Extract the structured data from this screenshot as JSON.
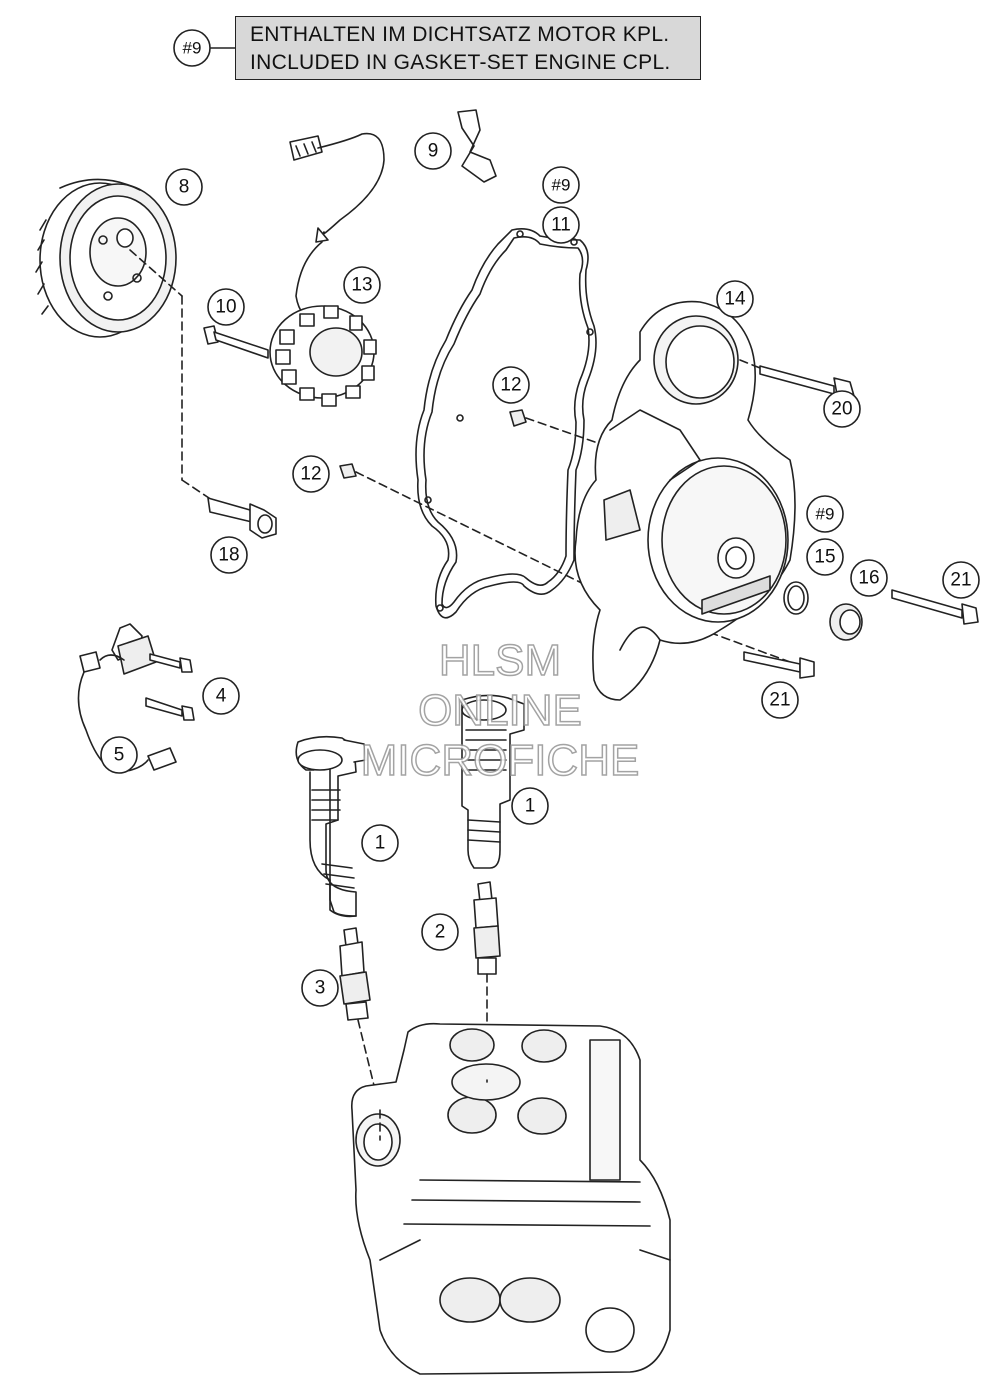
{
  "note": {
    "ref": "#9",
    "line1": "ENTHALTEN IM DICHTSATZ MOTOR KPL.",
    "line2": "INCLUDED IN GASKET-SET ENGINE CPL."
  },
  "callouts": {
    "c1a": "1",
    "c1b": "1",
    "c2": "2",
    "c3": "3",
    "c4": "4",
    "c5": "5",
    "c8": "8",
    "c9": "9",
    "c9ref_a": "#9",
    "c10": "10",
    "c11": "11",
    "c12a": "12",
    "c12b": "12",
    "c13": "13",
    "c14": "14",
    "c9ref_b": "#9",
    "c15": "15",
    "c16": "16",
    "c18": "18",
    "c20": "20",
    "c21a": "21",
    "c21b": "21"
  },
  "watermark": {
    "line1": "HLSM",
    "line2": "ONLINE",
    "line3": "MICROFICHE"
  },
  "icons": [
    "flywheel-icon",
    "stator-icon",
    "gasket-icon",
    "ignition-cover-icon",
    "ignition-coil-icon",
    "spark-plug-icon",
    "sensor-icon",
    "cylinder-head-icon",
    "bolt-icon"
  ]
}
